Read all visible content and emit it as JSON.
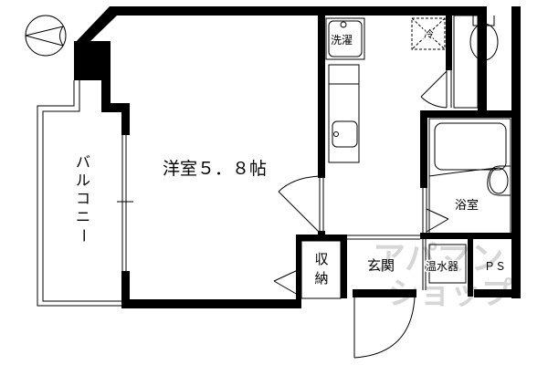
{
  "floorplan": {
    "rooms": {
      "western_room": "洋室５．８帖",
      "balcony": [
        "バ",
        "ル",
        "コ",
        "ニ",
        "ー"
      ],
      "laundry": "洗濯",
      "fridge": "冷",
      "bathroom": "浴室",
      "storage": [
        "収",
        "納"
      ],
      "entrance": "玄関",
      "water_heater": "温水器",
      "pipe_space": "ＰＳ"
    },
    "watermark": [
      "アパマン",
      "ショップ"
    ],
    "colors": {
      "wall": "#000000",
      "background": "#ffffff",
      "watermark": "#d6d6d6"
    }
  }
}
